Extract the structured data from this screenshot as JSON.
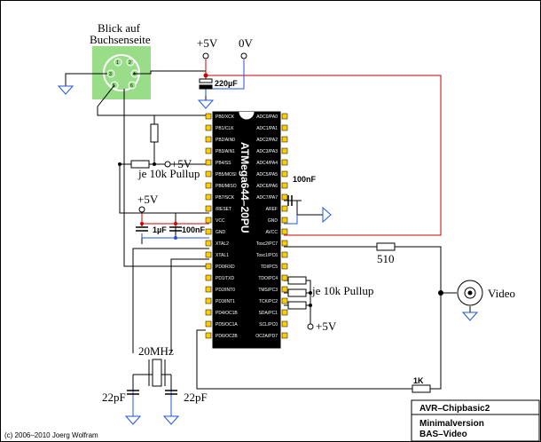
{
  "header": {
    "view_line1": "Blick auf",
    "view_line2": "Buchsenseite"
  },
  "power": {
    "plus5v": "+5V",
    "zero_v": "0V"
  },
  "components": {
    "c_220": "220µF",
    "c_100_top": "100nF",
    "c_1u": "1µF",
    "c_100_left": "100nF",
    "r_510": "510",
    "r_1k": "1K",
    "crystal": "20MHz",
    "c_22_left": "22pF",
    "c_22_right": "22pF",
    "pullup_top": "je 10k Pullup",
    "pullup_right": "je 10k Pullup",
    "plus5v_mid": "+5V",
    "plus5v_left": "+5V",
    "plus5v_right": "+5V",
    "video": "Video"
  },
  "chip": {
    "name": "ATMega644–20PU",
    "left_pins": [
      "PB0/XCK",
      "PB1/CLK",
      "PB2/AIN0",
      "PB3/AIN1",
      "PB4/SS",
      "PB5/MOSI",
      "PB6/MISO",
      "PB7/SCK",
      "/RESET",
      "VCC",
      "GND",
      "XTAL2",
      "XTAL1",
      "PD0/RXD",
      "PD1/TXD",
      "PD2/INT0",
      "PD3/INT1",
      "PD4/OC1B",
      "PD5/OC1A",
      "PD6/OC2B"
    ],
    "right_pins": [
      "ADC0/PA0",
      "ADC1/PA1",
      "ADC2/PA2",
      "ADC3/PA3",
      "ADC4/PA4",
      "ADC5/PA5",
      "ADC6/PA6",
      "ADC7/PA7",
      "AREF",
      "GND",
      "AVCC",
      "Tosc2/PC7",
      "Tosc1/PC6",
      "TDI/PC5",
      "TDO/PC4",
      "TMS/PC3",
      "TCK/PC2",
      "SDA/PC1",
      "SCL/PC0",
      "OC2A/PD7"
    ]
  },
  "connector_pins": [
    "1",
    "2",
    "3",
    "4",
    "5",
    "6"
  ],
  "title_block": {
    "title": "AVR–Chipbasic2",
    "line1": "Minimalversion",
    "line2": "BAS–Video"
  },
  "copyright": "(c) 2006–2010 Joerg Wolfram",
  "colors": {
    "wire": "#000000",
    "red": "#cc0000",
    "blue": "#2255dd",
    "pin": "#ffcc00",
    "chip": "#000000",
    "connector": "#99dd88"
  }
}
